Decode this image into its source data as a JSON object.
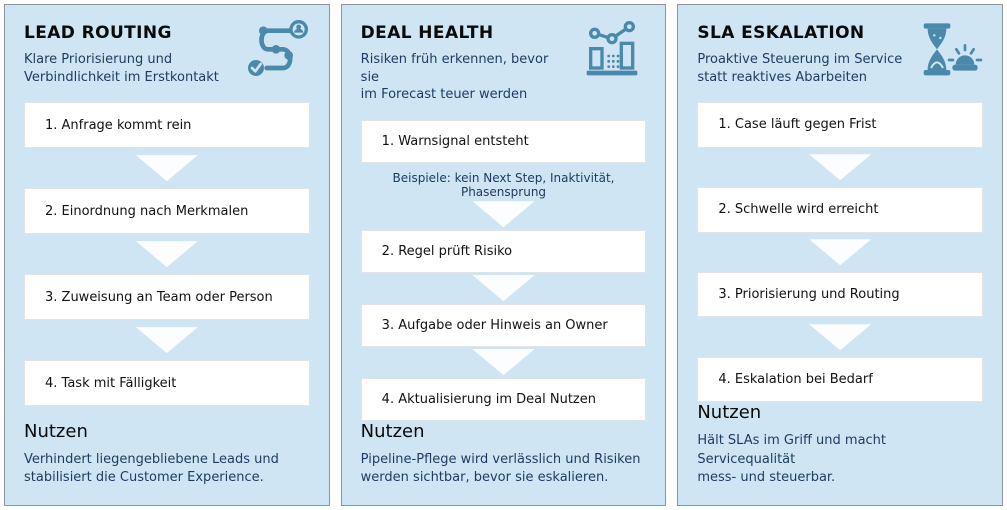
{
  "colors": {
    "panel_background": "#cfe5f4",
    "panel_border": "#8f9499",
    "icon_blue": "#4a89ab",
    "step_background": "#ffffff",
    "arrow_white": "#fcfdfe",
    "title_text": "#0a0a0a",
    "body_text_navy": "#1e3a5f"
  },
  "panels": [
    {
      "title": "LEAD ROUTING",
      "subtitle": "Klare Priorisierung und\nVerbindlichkeit im Erstkontakt",
      "icon": "routing-path-icon",
      "steps": [
        "1. Anfrage kommt rein",
        "2. Einordnung nach Merkmalen",
        "3. Zuweisung an Team oder Person",
        "4. Task mit Fälligkeit"
      ],
      "benefit_label": "Nutzen",
      "benefit_text": "Verhindert liegengebliebene Leads und\nstabilisiert die Customer Experience."
    },
    {
      "title": "DEAL HEALTH",
      "subtitle": "Risiken früh erkennen, bevor sie\nim Forecast teuer werden",
      "icon": "bar-line-chart-icon",
      "steps": [
        "1. Warnsignal entsteht",
        "2. Regel prüft Risiko",
        "3. Aufgabe oder Hinweis an Owner",
        "4. Aktualisierung im Deal Nutzen"
      ],
      "note_after_step1": "Beispiele: kein Next Step, Inaktivität, Phasensprung",
      "benefit_label": "Nutzen",
      "benefit_text": "Pipeline-Pflege wird verlässlich und Risiken\nwerden sichtbar, bevor sie eskalieren."
    },
    {
      "title": "SLA ESKALATION",
      "subtitle": "Proaktive Steuerung im Service\nstatt reaktives Abarbeiten",
      "icon": "hourglass-alarm-icon",
      "steps": [
        "1. Case läuft gegen Frist",
        "2. Schwelle wird erreicht",
        "3. Priorisierung und Routing",
        "4. Eskalation bei Bedarf"
      ],
      "benefit_label": "Nutzen",
      "benefit_text": "Hält SLAs im Griff und macht Servicequalität\nmess- und steuerbar."
    }
  ]
}
